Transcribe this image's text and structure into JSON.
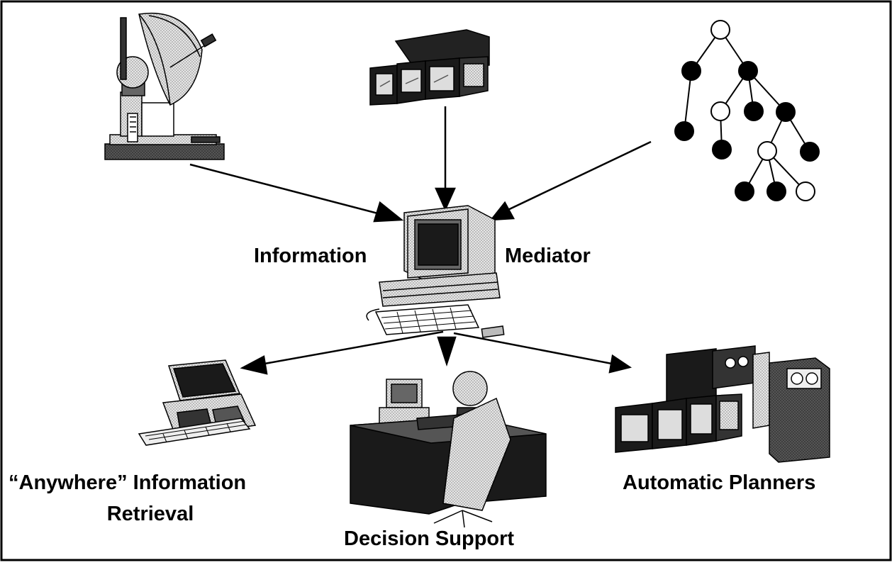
{
  "labels": {
    "left": "Information",
    "right": "Mediator",
    "anywhere_line1": "“Anywhere” Information",
    "anywhere_line2": "Retrieval",
    "decision": "Decision Support",
    "planners": "Automatic Planners"
  },
  "icons": {
    "top_left": "satellite-dish-icon",
    "top_center": "monitor-bank-icon",
    "top_right": "tree-network-icon",
    "center": "workstation-icon",
    "bottom_left": "laptop-icon",
    "bottom_center": "operator-desk-icon",
    "bottom_right": "server-rack-icon"
  },
  "colors": {
    "ink": "#000000",
    "gray": "#bdbdbd",
    "dark": "#1a1a1a",
    "stipple": "#cfcfcf"
  }
}
